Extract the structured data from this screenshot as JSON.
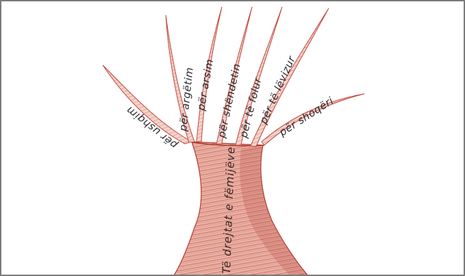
{
  "drawing": {
    "trunk_label": "Të drejtat e fëmijëve",
    "branches": [
      {
        "label": "për ushqim"
      },
      {
        "label": "për argëtim"
      },
      {
        "label": "për arsim"
      },
      {
        "label": "për shëndetin"
      },
      {
        "label": "për të folur"
      },
      {
        "label": "për të lëvizur"
      },
      {
        "label": "për shoqëri"
      }
    ]
  },
  "colors": {
    "pencil_red": "#c0473c",
    "pencil_light": "#e6a79b",
    "ink": "#2b2a30",
    "frame": "#7a7a7a"
  }
}
